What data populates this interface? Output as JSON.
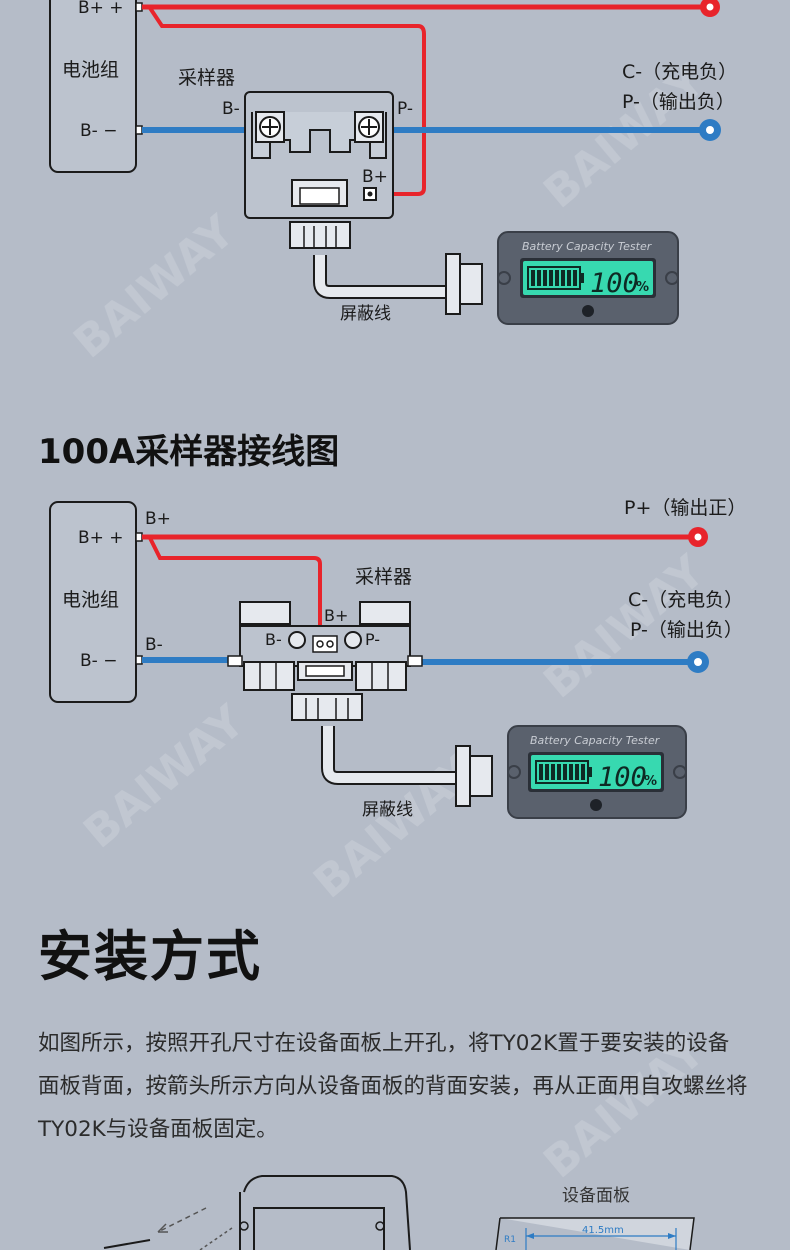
{
  "watermark": "BAIWAY",
  "diagram_top": {
    "battery_label": "电池组",
    "b_plus_terminal": "B+ +",
    "b_minus_terminal": "B- −",
    "sampler_label": "采样器",
    "sampler_b_minus": "B-",
    "sampler_p_minus": "P-",
    "sampler_b_plus": "B+",
    "c_minus_label": "C-（充电负）",
    "p_minus_label": "P-（输出负）",
    "cable_label": "屏蔽线",
    "meter_brand": "Battery Capacity Tester",
    "meter_reading": "100",
    "meter_unit": "%"
  },
  "title_100a": "100A采样器接线图",
  "diagram_100a": {
    "battery_label": "电池组",
    "b_plus_terminal": "B+ +",
    "b_minus_terminal": "B- −",
    "b_plus_wire": "B+",
    "b_minus_wire": "B-",
    "p_plus_label": "P+（输出正）",
    "sampler_label": "采样器",
    "sampler_b_plus": "B+",
    "sampler_b_minus": "B-",
    "sampler_p_minus": "P-",
    "c_minus_label": "C-（充电负）",
    "p_minus_label": "P-（输出负）",
    "cable_label": "屏蔽线",
    "meter_brand": "Battery Capacity Tester",
    "meter_reading": "100",
    "meter_unit": "%"
  },
  "install_title": "安装方式",
  "install_text": "如图所示，按照开孔尺寸在设备面板上开孔，将TY02K置于要安装的设备面板背面，按箭头所示方向从设备面板的背面安装，再从正面用自攻螺丝将TY02K与设备面板固定。",
  "install_figure": {
    "panel_label": "设备面板",
    "dimension": "41.5mm",
    "radius_label": "R1"
  },
  "colors": {
    "background": "#b5bcc8",
    "positive_wire": "#e8242b",
    "negative_wire": "#2e7cc4",
    "lcd_screen": "#37d9b0",
    "meter_body": "#59606c"
  }
}
